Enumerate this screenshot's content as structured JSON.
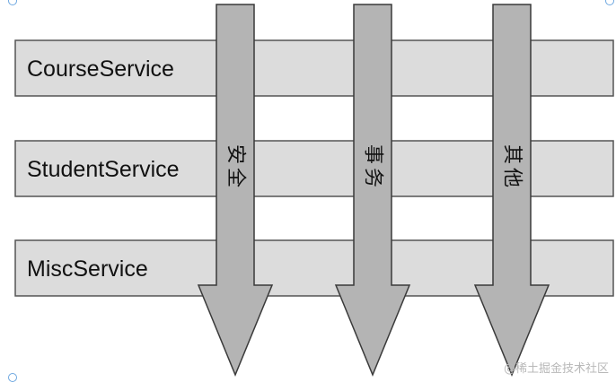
{
  "services": [
    {
      "label": "CourseService"
    },
    {
      "label": "StudentService"
    },
    {
      "label": "MiscService"
    }
  ],
  "concerns": [
    {
      "chars": [
        "安",
        "全"
      ]
    },
    {
      "chars": [
        "事",
        "务"
      ]
    },
    {
      "chars": [
        "其",
        "他"
      ]
    }
  ],
  "watermark": "@稀土掘金技术社区",
  "colors": {
    "band_fill": "#dcdcdc",
    "band_stroke": "#555555",
    "arrow_fill": "#b4b4b4",
    "arrow_stroke": "#3a3a3a"
  }
}
